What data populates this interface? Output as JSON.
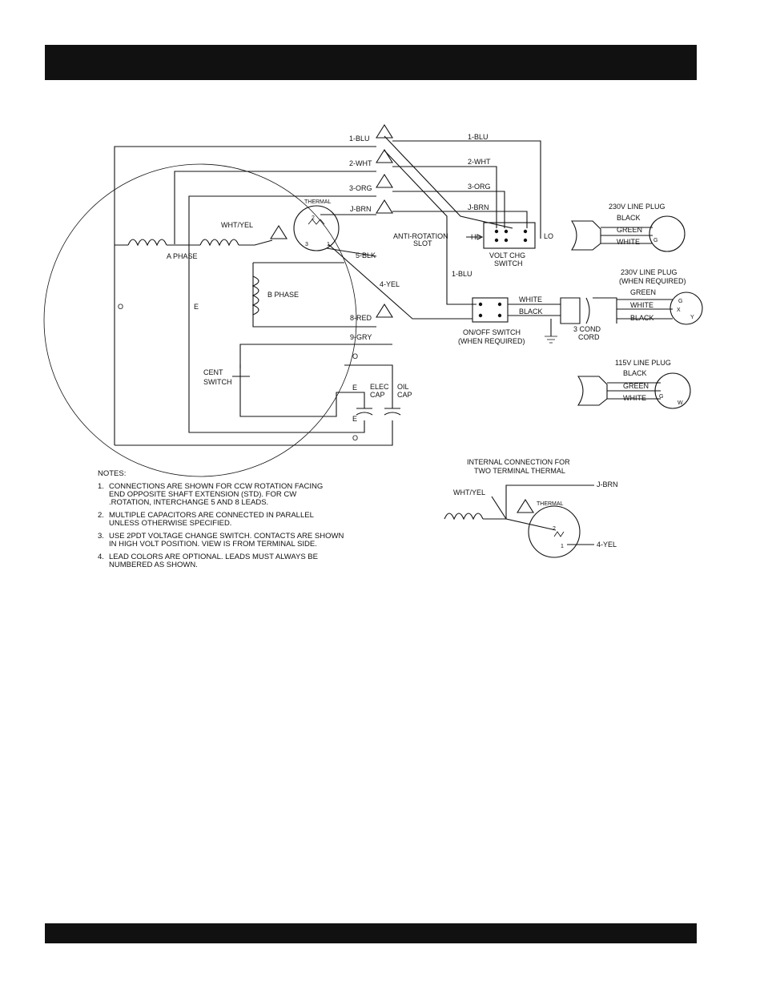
{
  "leads": {
    "blu": "1-BLU",
    "wht": "2-WHT",
    "org": "3-ORG",
    "jbrn": "J-BRN",
    "blk": "5-BLK",
    "yel": "4-YEL",
    "red": "8-RED",
    "gry": "9-GRY",
    "whtyel": "WHT/YEL"
  },
  "labels": {
    "a_phase": "A PHASE",
    "b_phase": "B PHASE",
    "thermal": "THERMAL",
    "o": "O",
    "e": "E",
    "cent_switch": [
      "CENT",
      "SWITCH"
    ],
    "elec_cap": [
      "ELEC",
      "CAP"
    ],
    "oil_cap": [
      "OIL",
      "CAP"
    ],
    "anti_rotation": [
      "ANTI-ROTATION",
      "SLOT"
    ],
    "hi": "HI",
    "lo": "LO",
    "volt_chg": [
      "VOLT CHG",
      "SWITCH"
    ],
    "onoff": [
      "ON/OFF SWITCH",
      "(WHEN REQUIRED)"
    ],
    "cord": [
      "3 COND",
      "CORD"
    ],
    "white": "WHITE",
    "black": "BLACK",
    "green": "GREEN",
    "plug1_title": "230V LINE PLUG",
    "plug2_title": [
      "230V LINE PLUG",
      "(WHEN REQUIRED)"
    ],
    "plug3_title": "115V LINE PLUG",
    "g": "G",
    "x": "X",
    "y": "Y",
    "w": "W",
    "t1": "1",
    "t2": "2",
    "t3": "3",
    "internal": [
      "INTERNAL CONNECTION FOR",
      "TWO TERMINAL THERMAL"
    ]
  },
  "notes": {
    "title": "NOTES:",
    "items": [
      {
        "num": "1.",
        "text": "CONNECTIONS ARE SHOWN FOR CCW ROTATION FACING\nEND OPPOSITE SHAFT EXTENSION (STD).  FOR CW\n.ROTATION, INTERCHANGE 5 AND 8 LEADS."
      },
      {
        "num": "2.",
        "text": "MULTIPLE CAPACITORS ARE CONNECTED IN PARALLEL\nUNLESS OTHERWISE SPECIFIED."
      },
      {
        "num": "3.",
        "text": "USE 2PDT VOLTAGE CHANGE SWITCH.  CONTACTS ARE SHOWN\nIN HIGH VOLT POSITION.  VIEW IS FROM TERMINAL SIDE."
      },
      {
        "num": "4.",
        "text": "LEAD COLORS ARE OPTIONAL.  LEADS MUST ALWAYS BE\nNUMBERED AS SHOWN."
      }
    ]
  }
}
